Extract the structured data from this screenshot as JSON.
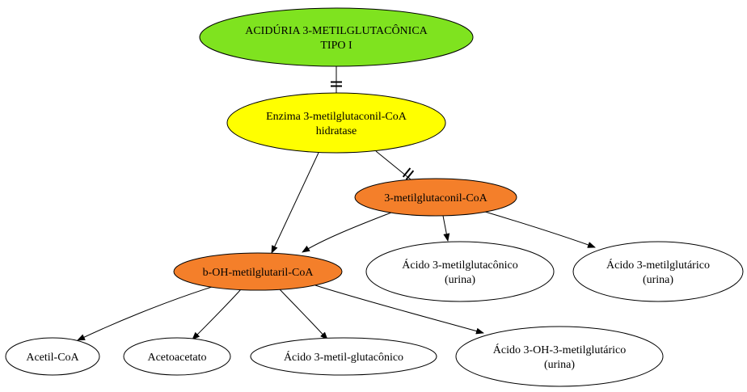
{
  "diagram": {
    "nodes": [
      {
        "id": "acidemia",
        "lines": [
          "ACIDÚRIA 3-METILGLUTACÔNICA",
          "TIPO I"
        ],
        "fill": "#7fe31f"
      },
      {
        "id": "enzyme",
        "lines": [
          "Enzima 3-metilglutaconil-CoA",
          "hidratase"
        ],
        "fill": "#ffff00"
      },
      {
        "id": "mgcoa",
        "lines": [
          "3-metilglutaconil-CoA"
        ],
        "fill": "#f47f2a"
      },
      {
        "id": "hmgcoa",
        "lines": [
          "b-OH-metilglutaril-CoA"
        ],
        "fill": "#f47f2a"
      },
      {
        "id": "mga_urine",
        "lines": [
          "Ácido 3-metilglutacônico",
          "(urina)"
        ],
        "fill": "#ffffff"
      },
      {
        "id": "mglutaric_urine",
        "lines": [
          "Ácido 3-metilglutárico",
          "(urina)"
        ],
        "fill": "#ffffff"
      },
      {
        "id": "acetylcoa",
        "lines": [
          "Acetil-CoA"
        ],
        "fill": "#ffffff"
      },
      {
        "id": "acetoacetate",
        "lines": [
          "Acetoacetato"
        ],
        "fill": "#ffffff"
      },
      {
        "id": "mga",
        "lines": [
          "Ácido 3-metil-glutacônico"
        ],
        "fill": "#ffffff"
      },
      {
        "id": "hmga_urine",
        "lines": [
          "Ácido 3-OH-3-metilglutárico",
          "(urina)"
        ],
        "fill": "#ffffff"
      }
    ],
    "edges": [
      {
        "from": "acidemia",
        "to": "enzyme",
        "style": "double-tee"
      },
      {
        "from": "enzyme",
        "to": "mgcoa",
        "style": "double-tee"
      },
      {
        "from": "enzyme",
        "to": "hmgcoa",
        "style": "arrow"
      },
      {
        "from": "mgcoa",
        "to": "hmgcoa",
        "style": "arrow"
      },
      {
        "from": "mgcoa",
        "to": "mga_urine",
        "style": "arrow"
      },
      {
        "from": "mgcoa",
        "to": "mglutaric_urine",
        "style": "arrow"
      },
      {
        "from": "hmgcoa",
        "to": "acetylcoa",
        "style": "arrow"
      },
      {
        "from": "hmgcoa",
        "to": "acetoacetate",
        "style": "arrow"
      },
      {
        "from": "hmgcoa",
        "to": "mga",
        "style": "arrow"
      },
      {
        "from": "hmgcoa",
        "to": "hmga_urine",
        "style": "arrow"
      }
    ]
  }
}
